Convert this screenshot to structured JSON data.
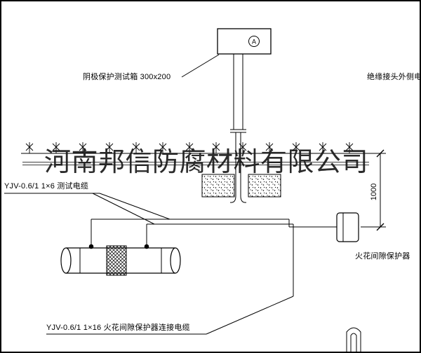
{
  "page": {
    "background": "#ffffff",
    "line_color": "#000000",
    "watermark_color": "#191919"
  },
  "watermark": {
    "text": "河南邦信防腐材料有限公司"
  },
  "labels": {
    "test_box": "阴极保护测试箱 300x200",
    "outer_cable": "绝缘接头外侧电缆",
    "test_cable": "YJV-0.6/1 1×6  测试电缆",
    "spark_gap_protector": "火花间隙保护器",
    "connection_cable": "YJV-0.6/1 1×16  火花间隙保护器连接电缆",
    "dimension": "1000",
    "ammeter": "A"
  }
}
